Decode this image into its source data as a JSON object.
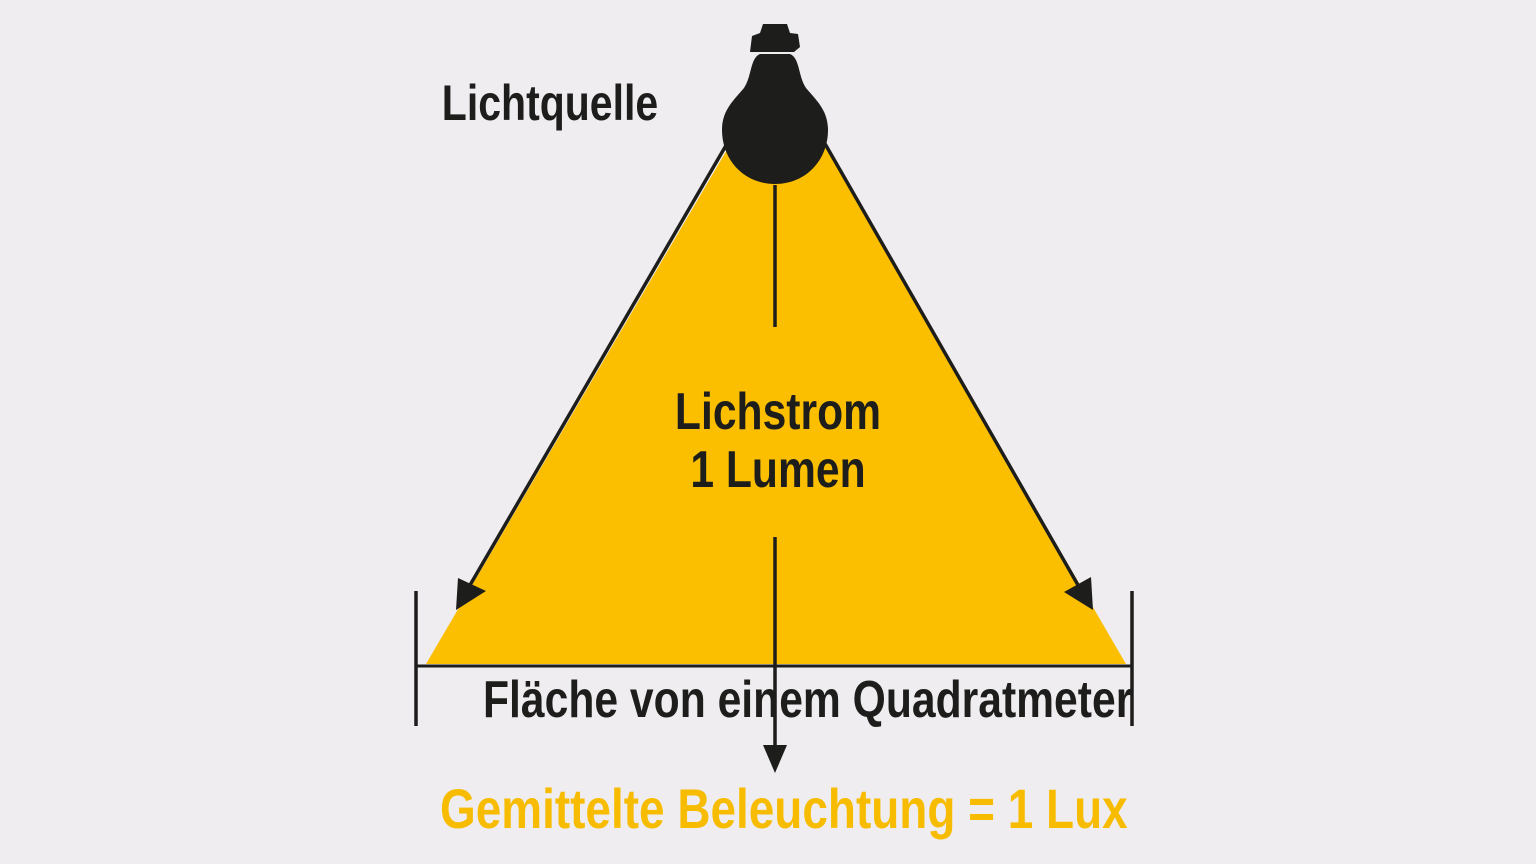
{
  "colors": {
    "background": "#efedf0",
    "light_cone": "#fbbf00",
    "ink": "#1d1d1b",
    "result_text": "#f7bc00"
  },
  "labels": {
    "source": "Lichtquelle",
    "flux_line1": "Lichstrom",
    "flux_line2": "1 Lumen",
    "area": "Fläche von einem Quadratmeter",
    "result": "Gemittelte Beleuchtung = 1 Lux"
  },
  "icons": {
    "source": "light-bulb-icon"
  }
}
